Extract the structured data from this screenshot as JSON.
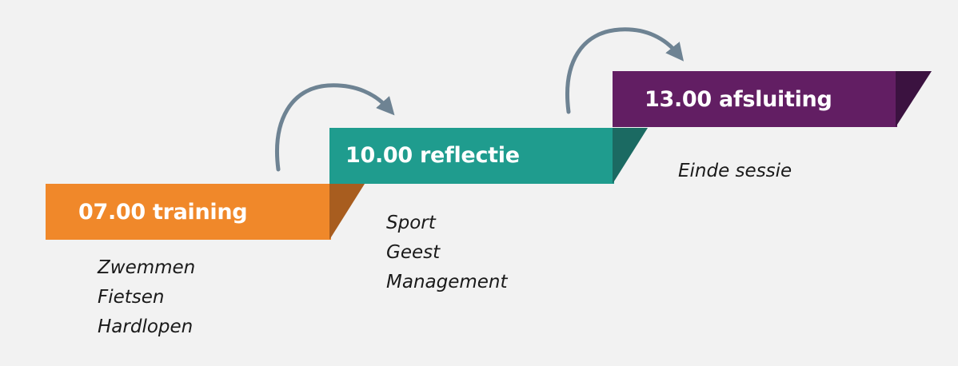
{
  "colors": {
    "background": "#f2f2f2",
    "step1": "#f0882a",
    "step1_fold": "#a85d1f",
    "step2": "#1f9c8e",
    "step2_fold": "#1b6a62",
    "step3": "#621e63",
    "step3_fold": "#3b1240",
    "arrow": "#6e8393"
  },
  "steps": [
    {
      "label": "07.00 training",
      "items": [
        "Zwemmen",
        "Fietsen",
        "Hardlopen"
      ]
    },
    {
      "label": "10.00 reflectie",
      "items": [
        "Sport",
        "Geest",
        "Management"
      ]
    },
    {
      "label": "13.00 afsluiting",
      "items": [
        "Einde sessie"
      ]
    }
  ]
}
